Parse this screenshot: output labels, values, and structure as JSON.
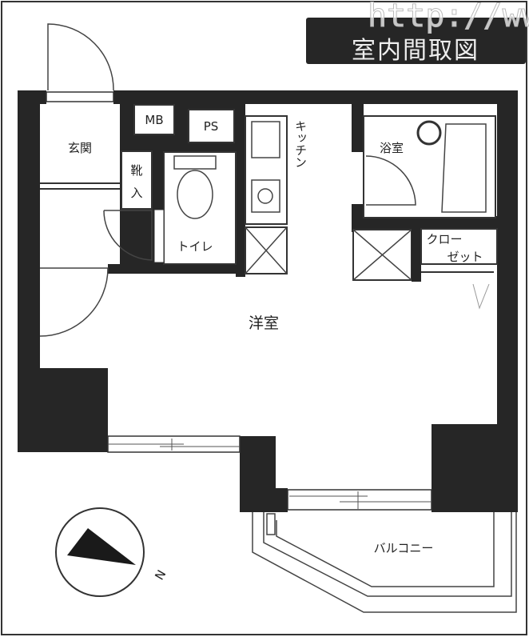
{
  "header": {
    "title": "室内間取図",
    "watermark": "http://ww"
  },
  "rooms": {
    "entrance": "玄関",
    "mb": "MB",
    "ps": "PS",
    "shoe_storage_1": "靴",
    "shoe_storage_2": "入",
    "toilet": "トイレ",
    "kitchen": "キッチン",
    "bathroom": "浴室",
    "closet_1": "クロー",
    "closet_2": "ゼット",
    "western_room": "洋室",
    "balcony": "バルコニー"
  },
  "compass": {
    "north_label": "N"
  },
  "colors": {
    "wall": "#262626",
    "header_bg": "#262626"
  }
}
